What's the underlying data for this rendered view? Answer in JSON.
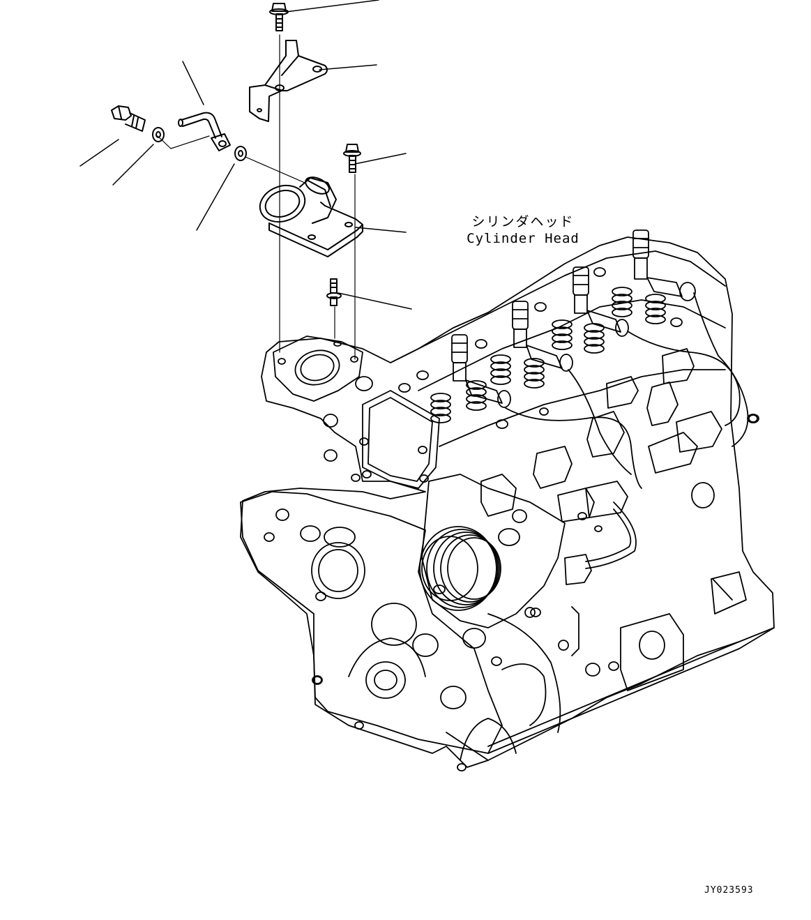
{
  "callout": {
    "japanese": "シリンダヘッド",
    "english": "Cylinder Head"
  },
  "drawing_code": "JY023593"
}
